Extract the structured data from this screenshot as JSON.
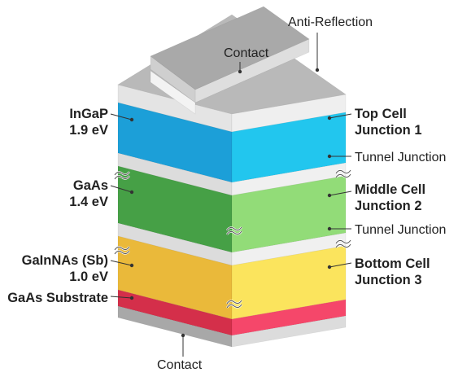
{
  "diagram": {
    "labels": {
      "anti_reflection": "Anti-Reflection",
      "contact_top": "Contact",
      "contact_bottom": "Contact",
      "ingap": "InGaP",
      "ingap_ev": "1.9 eV",
      "gaas": "GaAs",
      "gaas_ev": "1.4 eV",
      "gainnas": "GaInNAs (Sb)",
      "gainnas_ev": "1.0 eV",
      "substrate": "GaAs Substrate",
      "top_cell": "Top Cell",
      "junction_1": "Junction 1",
      "tunnel_1": "Tunnel Junction",
      "middle_cell": "Middle Cell",
      "junction_2": "Junction 2",
      "tunnel_2": "Tunnel Junction",
      "bottom_cell": "Bottom Cell",
      "junction_3": "Junction 3"
    },
    "colors": {
      "cap_top": "#b9b9b9",
      "cap_left": "#e4e4e4",
      "cap_right": "#efefef",
      "ingap_left": "#1c9fd8",
      "ingap_right": "#22c6ee",
      "tunnel_left": "#dcdcdc",
      "tunnel_right": "#f0f0f0",
      "gaas_left": "#46a046",
      "gaas_right": "#92dc78",
      "gainnas_left": "#eab93a",
      "gainnas_right": "#fbe45d",
      "substrate_left": "#d42f4a",
      "substrate_right": "#f5476a",
      "base_left": "#a8a8a8",
      "base_right": "#dcdcdc"
    }
  }
}
